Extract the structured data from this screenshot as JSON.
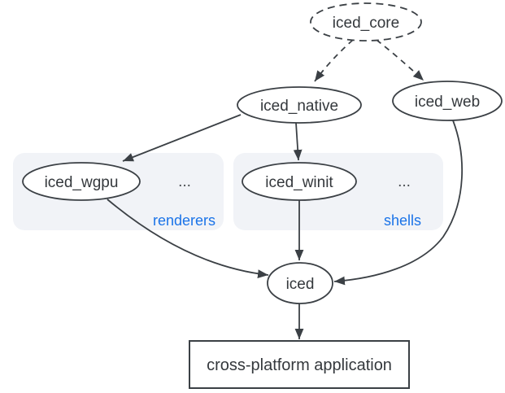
{
  "diagram": {
    "nodes": {
      "iced_core": {
        "label": "iced_core",
        "shape": "ellipse",
        "style": "dashed"
      },
      "iced_native": {
        "label": "iced_native",
        "shape": "ellipse",
        "style": "solid"
      },
      "iced_web": {
        "label": "iced_web",
        "shape": "ellipse",
        "style": "solid"
      },
      "iced_wgpu": {
        "label": "iced_wgpu",
        "shape": "ellipse",
        "style": "solid"
      },
      "iced_winit": {
        "label": "iced_winit",
        "shape": "ellipse",
        "style": "solid"
      },
      "iced": {
        "label": "iced",
        "shape": "ellipse",
        "style": "solid"
      },
      "app": {
        "label": "cross-platform application",
        "shape": "rectangle",
        "style": "solid"
      }
    },
    "groups": {
      "renderers": {
        "label": "renderers",
        "ellipsis": "...",
        "members": [
          "iced_wgpu"
        ]
      },
      "shells": {
        "label": "shells",
        "ellipsis": "...",
        "members": [
          "iced_winit"
        ]
      }
    },
    "edges": [
      {
        "from": "iced_core",
        "to": "iced_native",
        "style": "dashed"
      },
      {
        "from": "iced_core",
        "to": "iced_web",
        "style": "dashed"
      },
      {
        "from": "iced_native",
        "to": "iced_wgpu",
        "style": "solid"
      },
      {
        "from": "iced_native",
        "to": "iced_winit",
        "style": "solid"
      },
      {
        "from": "iced_wgpu",
        "to": "iced",
        "style": "solid"
      },
      {
        "from": "iced_winit",
        "to": "iced",
        "style": "solid"
      },
      {
        "from": "iced_web",
        "to": "iced",
        "style": "solid"
      },
      {
        "from": "iced",
        "to": "app",
        "style": "solid"
      }
    ],
    "colors": {
      "stroke": "#3b4045",
      "text": "#34383c",
      "group_label_blue": "#1a73e8",
      "group_fill": "#f1f3f7",
      "node_fill": "#ffffff"
    }
  }
}
